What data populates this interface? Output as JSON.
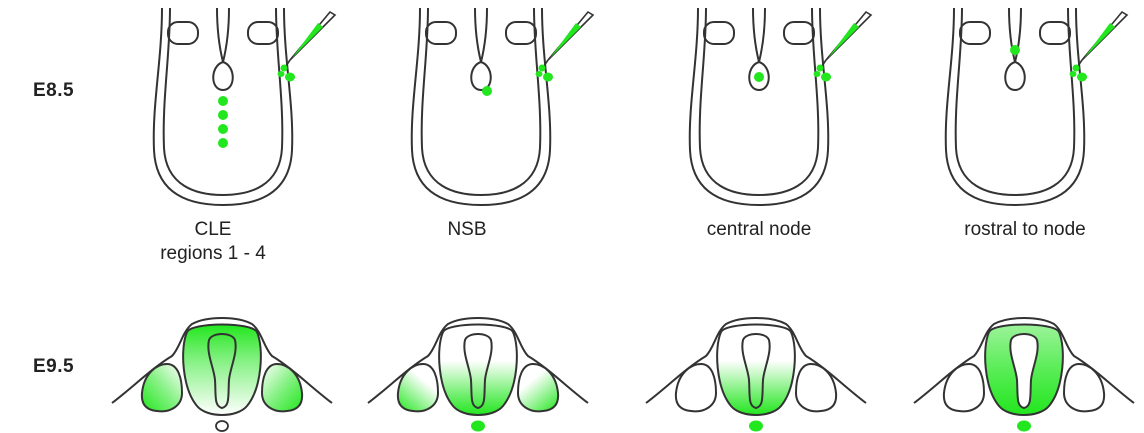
{
  "stages": {
    "top": "E8.5",
    "bottom": "E9.5"
  },
  "columns": [
    {
      "label_line1": "CLE",
      "label_line2": "regions 1 - 4"
    },
    {
      "label_line1": "NSB",
      "label_line2": ""
    },
    {
      "label_line1": "central node",
      "label_line2": ""
    },
    {
      "label_line1": "rostral to node",
      "label_line2": ""
    }
  ],
  "colors": {
    "label_green": "#22e61e",
    "outline": "#333333"
  },
  "icons": [
    "embryo-outline-icon",
    "micropipette-icon",
    "neural-tube-section-icon",
    "notochord-icon"
  ]
}
